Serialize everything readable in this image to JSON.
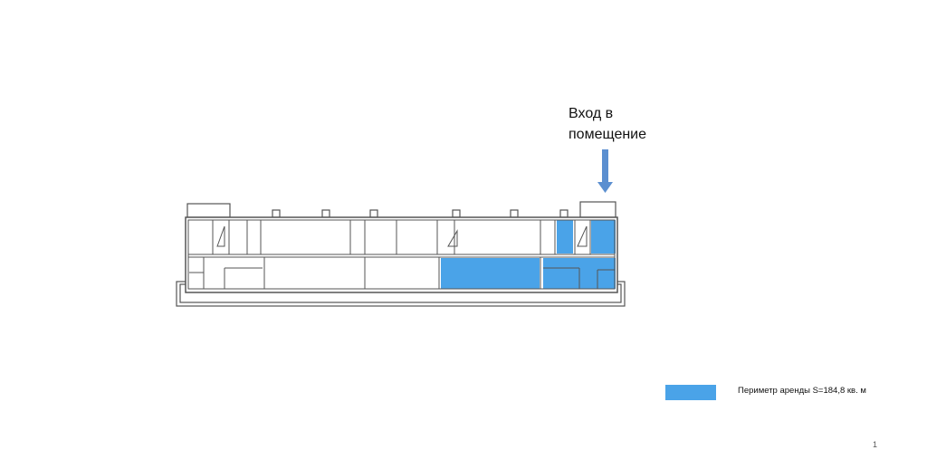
{
  "entry_label": {
    "line1": "Вход в",
    "line2": "помещение"
  },
  "legend": {
    "text": "Периметр  аренды S=184,8 кв. м",
    "color": "#4aa3e8"
  },
  "page_number": "1",
  "colors": {
    "rented": "#4aa3e8",
    "arrow": "#5b8fd0",
    "wall": "#555555"
  }
}
